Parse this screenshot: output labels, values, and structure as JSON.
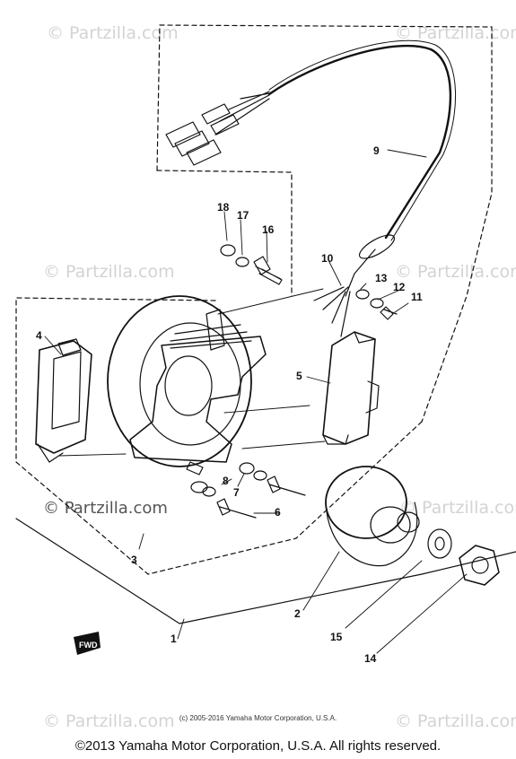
{
  "watermark_text": "© Partzilla.com",
  "watermark_mid_text": "© Partzilla.com",
  "callouts": {
    "c1": "1",
    "c2": "2",
    "c3": "3",
    "c4": "4",
    "c5": "5",
    "c6": "6",
    "c7": "7",
    "c8": "8",
    "c9": "9",
    "c10": "10",
    "c11": "11",
    "c12": "12",
    "c13": "13",
    "c14": "14",
    "c15": "15",
    "c16": "16",
    "c17": "17",
    "c18": "18"
  },
  "fwd_label": "FWD",
  "inner_credit": "(c) 2005-2016 Yamaha Motor Corporation, U.S.A.",
  "footer_credit": "©2013 Yamaha Motor Corporation, U.S.A. All rights reserved."
}
